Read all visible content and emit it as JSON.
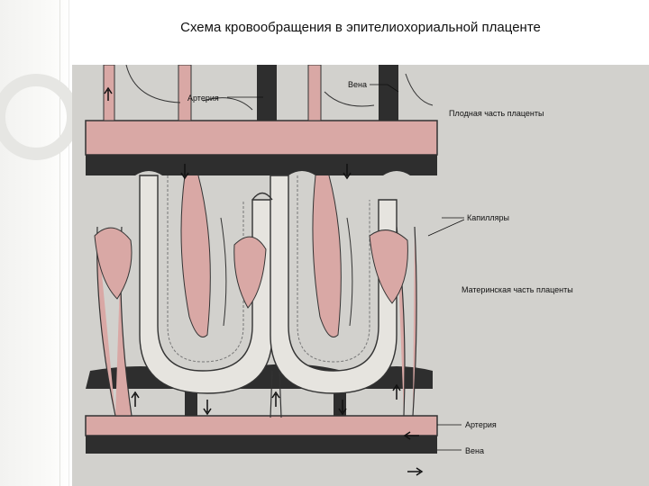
{
  "slide": {
    "title": "Схема кровообращения в эпителиохориальной плаценте"
  },
  "diagram": {
    "labels": {
      "artery_top": "Артерия",
      "vein_top": "Вена",
      "fetal_part": "Плодная часть плаценты",
      "capillaries": "Капилляры",
      "maternal_part": "Материнская часть плаценты",
      "artery_bottom": "Артерия",
      "vein_bottom": "Вена"
    },
    "colors": {
      "artery": "#d9a8a5",
      "vein": "#2e2e2e",
      "background": "#d2d1cd",
      "epithelium": "#e6e4df"
    }
  }
}
